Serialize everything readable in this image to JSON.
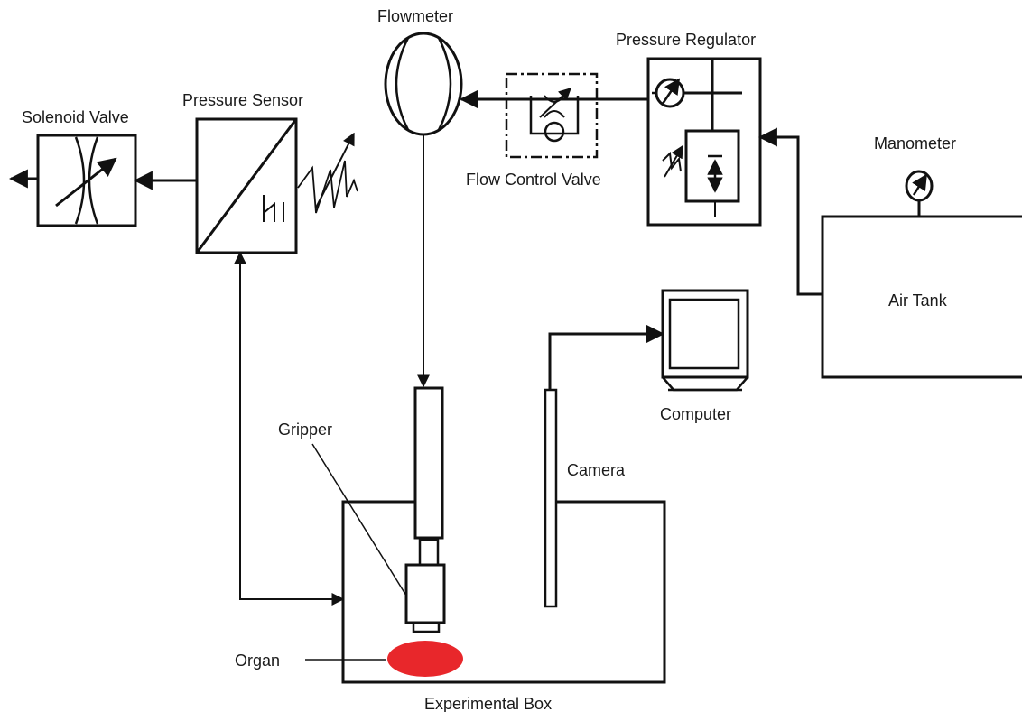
{
  "labels": {
    "flowmeter": "Flowmeter",
    "pressure_regulator": "Pressure Regulator",
    "solenoid_valve": "Solenoid Valve",
    "pressure_sensor": "Pressure Sensor",
    "manometer": "Manometer",
    "flow_control_valve": "Flow Control Valve",
    "air_tank": "Air Tank",
    "computer": "Computer",
    "gripper": "Gripper",
    "camera": "Camera",
    "organ": "Organ",
    "experimental_box": "Experimental Box"
  },
  "colors": {
    "line": "#111111",
    "organ": "#e8272b",
    "text": "#1a1a1a",
    "background": "#ffffff"
  }
}
